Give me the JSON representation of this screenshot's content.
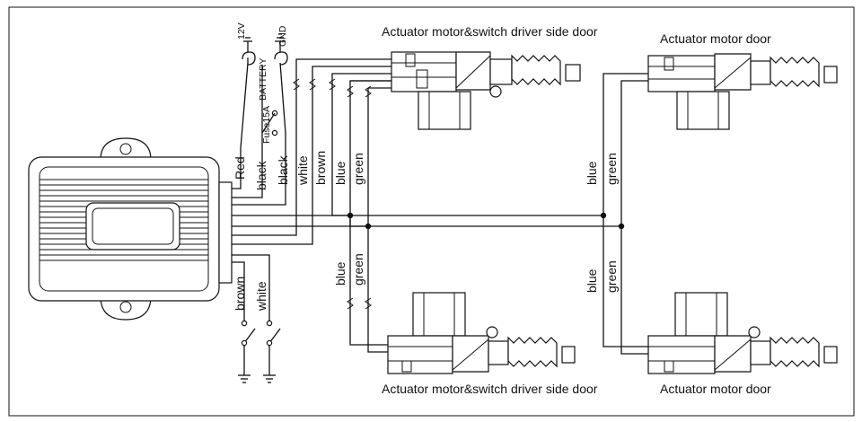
{
  "labels": {
    "act_tl": "Actuator motor&switch driver side door",
    "act_tr": "Actuator motor door",
    "act_bl": "Actuator motor&switch driver side door",
    "act_br": "Actuator motor door"
  },
  "power": {
    "v12": "12V",
    "gnd": "GND",
    "battery": "BATTERY",
    "fuse": "Fuse15A"
  },
  "wires": {
    "red": "Red",
    "black_a": "black",
    "black_b": "black",
    "white": "white",
    "brown": "brown",
    "blue": "blue",
    "green": "green",
    "brown_bottom": "brown",
    "white_bottom": "white"
  }
}
